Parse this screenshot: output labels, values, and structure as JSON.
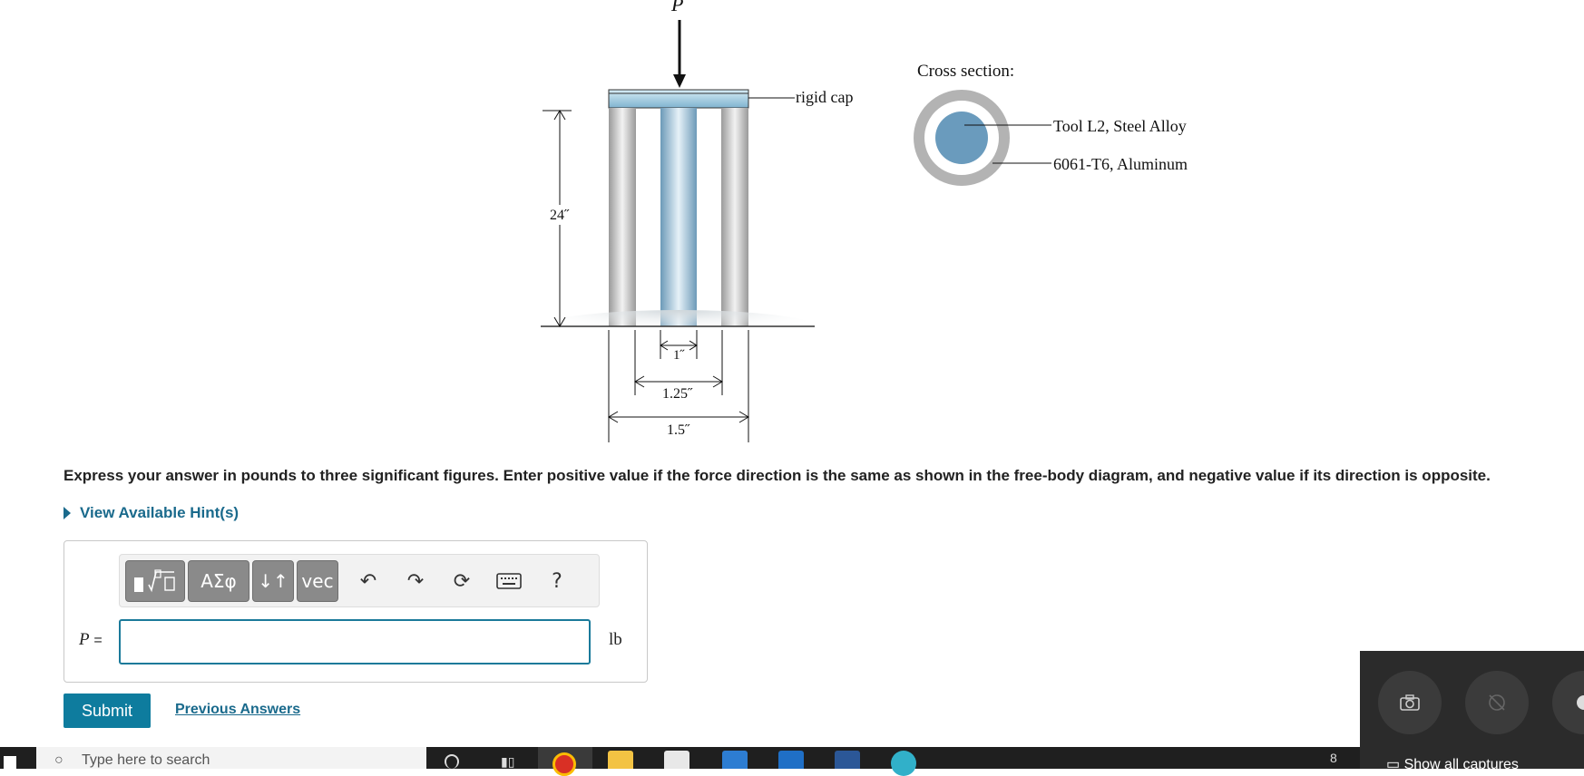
{
  "figure": {
    "load_label": "P",
    "cap_label": "rigid cap",
    "height_label": "24˝",
    "dim_inner": "1˝",
    "dim_middle": "1.25˝",
    "dim_outer": "1.5˝",
    "cross_section_title": "Cross section:",
    "core_label": "Tool L2, Steel Alloy",
    "sleeve_label": "6061-T6, Aluminum"
  },
  "instruction": "Express your answer in pounds to three significant figures. Enter positive value if the force direction is the same as shown in the free-body diagram, and negative value if its direction is opposite.",
  "hint_link": "View Available Hint(s)",
  "toolbar": {
    "templates_icon": "templates-icon",
    "greek_label": "ΑΣφ",
    "arrows_label": "↓↑",
    "vec_label": "vec",
    "help_label": "?"
  },
  "answer": {
    "var_label": "P",
    "equals": "=",
    "value": "",
    "unit": "lb"
  },
  "submit_label": "Submit",
  "previous_answers_label": "Previous Answers",
  "taskbar": {
    "search_placeholder": "Type here to search",
    "tray_text": "8"
  },
  "capture": {
    "show_all_label": "Show all captures"
  },
  "colors": {
    "accent": "#0e7c9e",
    "link": "#1a6a8c",
    "steel": "#6a9bbd",
    "aluminum": "#b5b5b5"
  }
}
